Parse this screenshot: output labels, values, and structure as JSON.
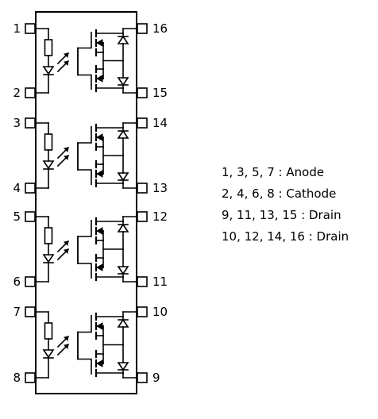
{
  "diagram": {
    "pins": [
      {
        "number": "1",
        "side": "left",
        "channel": 0,
        "role": "anode"
      },
      {
        "number": "2",
        "side": "left",
        "channel": 0,
        "role": "cathode"
      },
      {
        "number": "3",
        "side": "left",
        "channel": 1,
        "role": "anode"
      },
      {
        "number": "4",
        "side": "left",
        "channel": 1,
        "role": "cathode"
      },
      {
        "number": "5",
        "side": "left",
        "channel": 2,
        "role": "anode"
      },
      {
        "number": "6",
        "side": "left",
        "channel": 2,
        "role": "cathode"
      },
      {
        "number": "7",
        "side": "left",
        "channel": 3,
        "role": "anode"
      },
      {
        "number": "8",
        "side": "left",
        "channel": 3,
        "role": "cathode"
      },
      {
        "number": "16",
        "side": "right",
        "channel": 0,
        "role": "drain-top"
      },
      {
        "number": "15",
        "side": "right",
        "channel": 0,
        "role": "drain-bottom"
      },
      {
        "number": "14",
        "side": "right",
        "channel": 1,
        "role": "drain-top"
      },
      {
        "number": "13",
        "side": "right",
        "channel": 1,
        "role": "drain-bottom"
      },
      {
        "number": "12",
        "side": "right",
        "channel": 2,
        "role": "drain-top"
      },
      {
        "number": "11",
        "side": "right",
        "channel": 2,
        "role": "drain-bottom"
      },
      {
        "number": "10",
        "side": "right",
        "channel": 3,
        "role": "drain-top"
      },
      {
        "number": "9",
        "side": "right",
        "channel": 3,
        "role": "drain-bottom"
      }
    ],
    "legend": [
      "1, 3, 5, 7 : Anode",
      "2, 4, 6, 8 : Cathode",
      "9, 11, 13, 15 : Drain",
      "10, 12, 14, 16 : Drain"
    ],
    "stroke_color": "#000000"
  }
}
